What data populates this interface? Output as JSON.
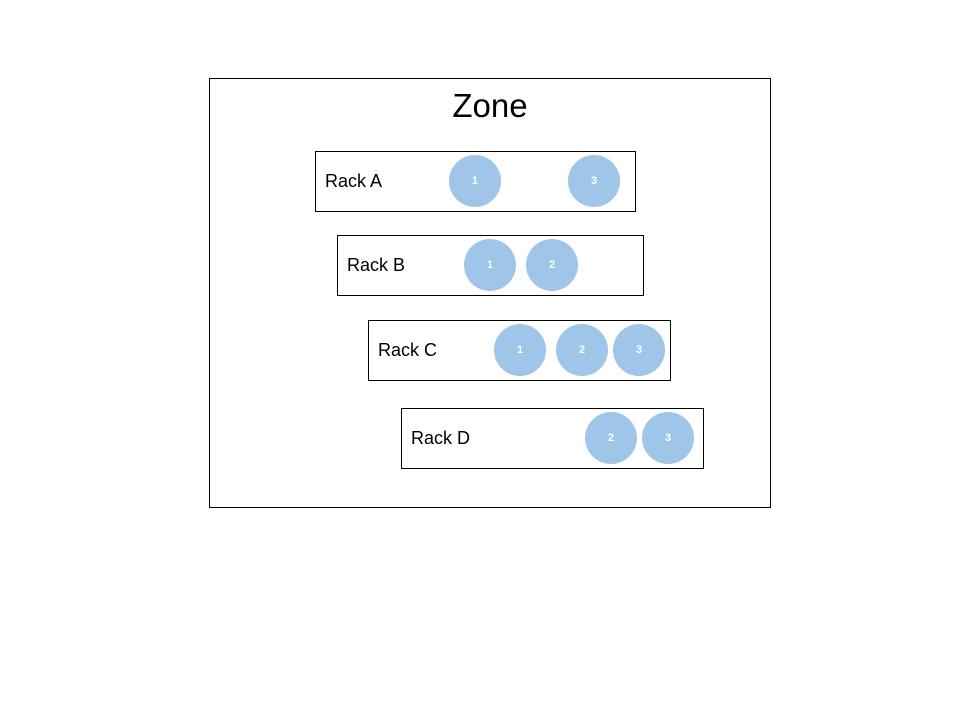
{
  "zone": {
    "title": "Zone"
  },
  "racks": [
    {
      "label": "Rack A",
      "nodes": [
        "1",
        "3"
      ]
    },
    {
      "label": "Rack B",
      "nodes": [
        "1",
        "2"
      ]
    },
    {
      "label": "Rack C",
      "nodes": [
        "1",
        "2",
        "3"
      ]
    },
    {
      "label": "Rack D",
      "nodes": [
        "2",
        "3"
      ]
    }
  ],
  "colors": {
    "node_fill": "#9fc5e8",
    "node_text": "#ffffff",
    "border": "#000000"
  }
}
